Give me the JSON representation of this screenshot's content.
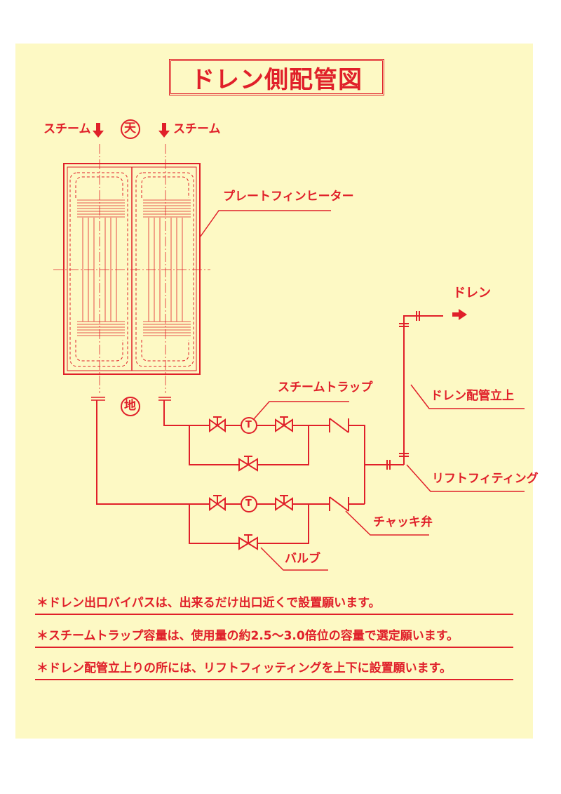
{
  "title": "ドレン側配管図",
  "labels": {
    "steam_left": "スチーム",
    "steam_right": "スチーム",
    "top_mark": "天",
    "bottom_mark": "地",
    "heater": "プレートフィンヒーター",
    "drain": "ドレン",
    "steam_trap": "スチームトラップ",
    "trap_symbol": "T",
    "drain_riser": "ドレン配管立上",
    "lift_fitting": "リフトフィティング",
    "check_valve": "チャッキ弁",
    "valve": "バルブ"
  },
  "notes": [
    "＊ドレン出口バイパスは、出来るだけ出口近くで設置願います。",
    "＊スチームトラップ容量は、使用量の約2.5～3.0倍位の容量で選定願います。",
    "＊ドレン配管立上りの所には、リフトフィッティングを上下に設置願います。"
  ],
  "colors": {
    "ink": "#e0202a",
    "paper": "#fdf9c4"
  }
}
